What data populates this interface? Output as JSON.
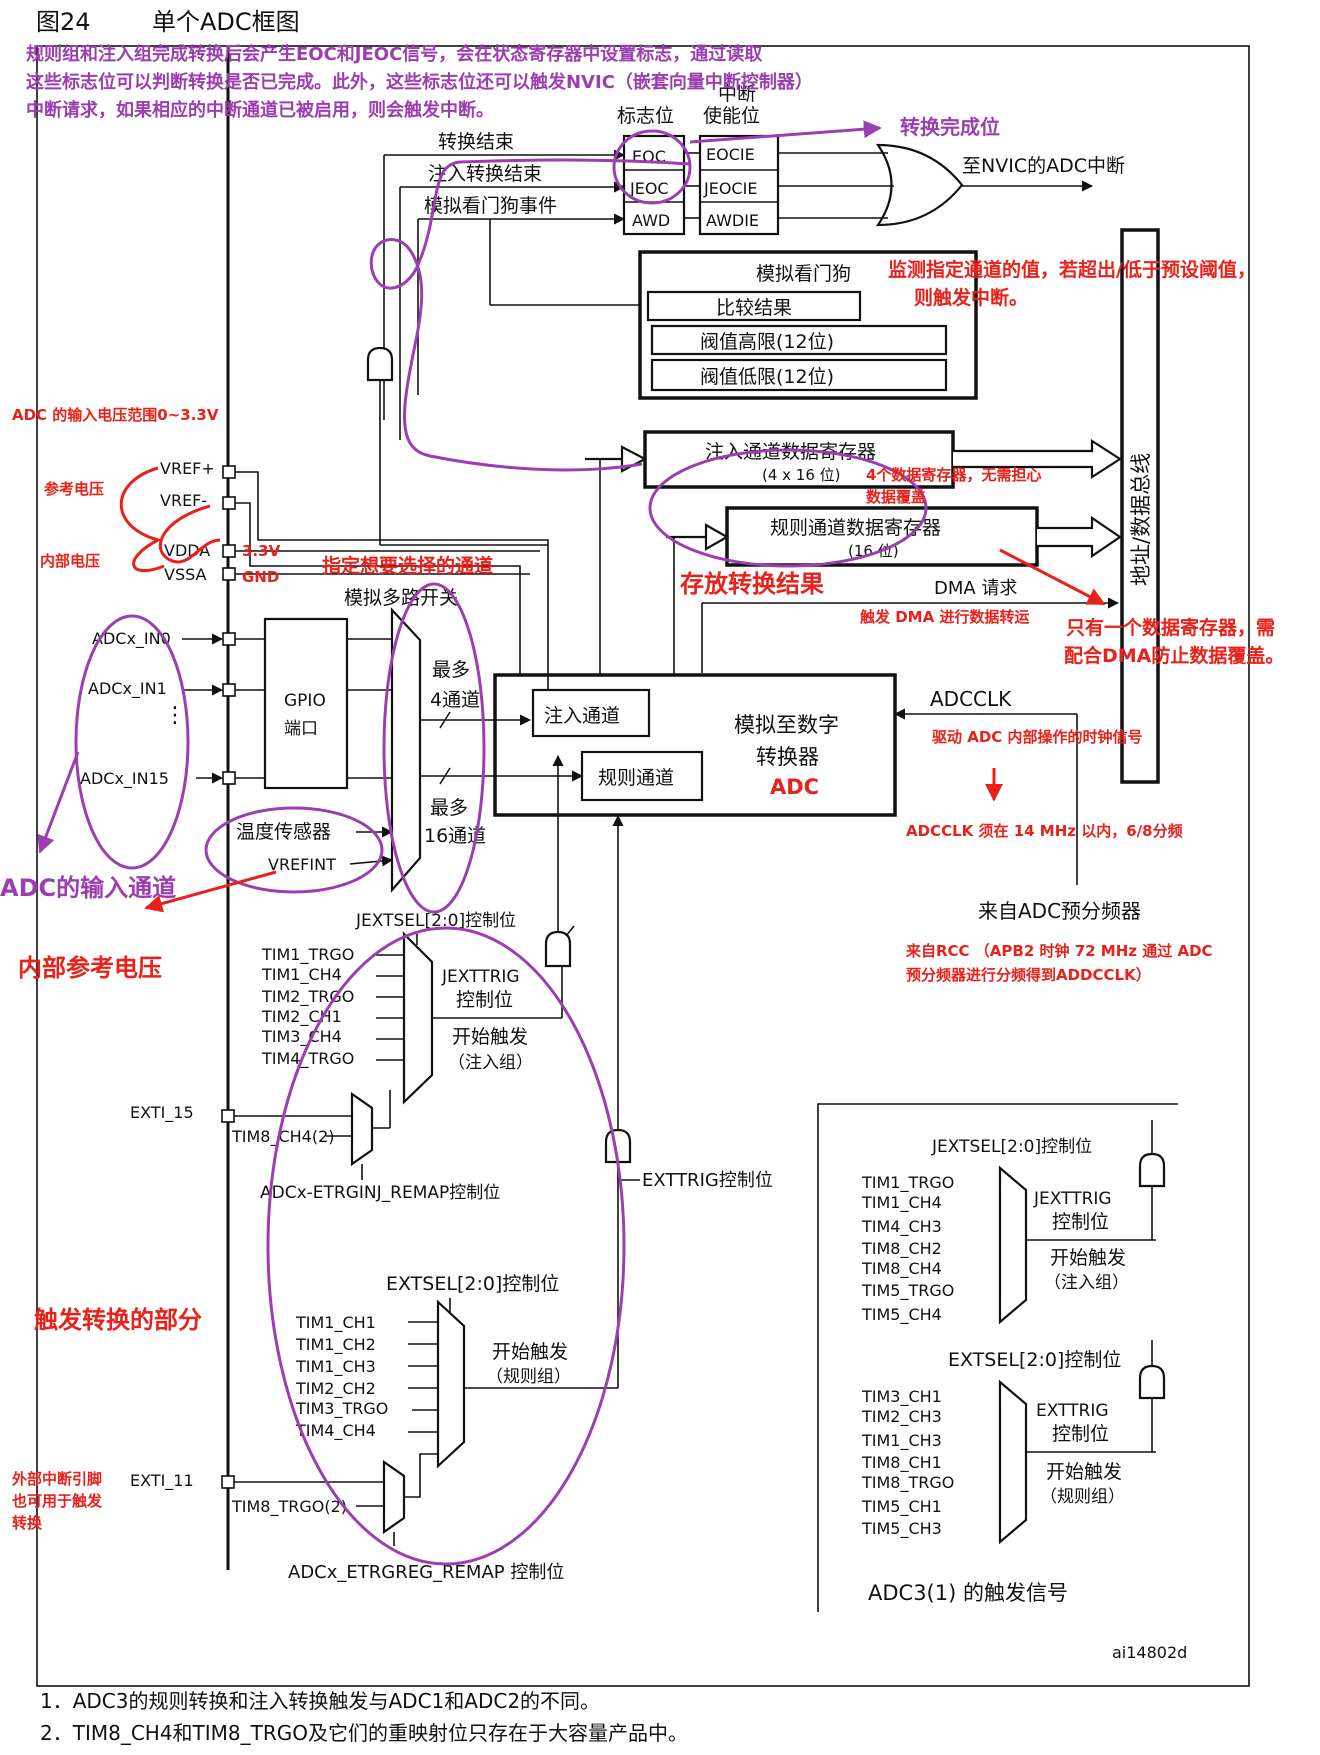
{
  "figure": {
    "number": "图24",
    "title": "单个ADC框图",
    "code": "ai14802d"
  },
  "notes": [
    "1．ADC3的规则转换和注入转换触发与ADC1和ADC2的不同。",
    "2．TIM8_CH4和TIM8_TRGO及它们的重映射位只存在于大容量产品中。"
  ],
  "flags": {
    "header_flag": "标志位",
    "header_int_a": "中断",
    "header_int_b": "使能位",
    "eoc": "EOC",
    "jeoc": "JEOC",
    "awd": "AWD",
    "eocie": "EOCIE",
    "jeocie": "JEOCIE",
    "awdie": "AWDIE",
    "src_eoc": "转换结束",
    "src_jeoc": "注入转换结束",
    "src_awd": "模拟看门狗事件",
    "nvic": "至NVIC的ADC中断"
  },
  "watchdog": {
    "title": "模拟看门狗",
    "compare": "比较结果",
    "high": "阀值高限(12位)",
    "low": "阀值低限(12位)"
  },
  "registers": {
    "inj_title": "注入通道数据寄存器",
    "inj_size": "(4 x 16 位)",
    "reg_title": "规则通道数据寄存器",
    "reg_size": "(16 位)",
    "dma": "DMA 请求",
    "bus": "地址/数据总线"
  },
  "pins": {
    "vref_plus": "VREF+",
    "vref_minus": "VREF-",
    "vdda": "VDDA",
    "vssa": "VSSA",
    "in0": "ADCx_IN0",
    "in1": "ADCx_IN1",
    "in15": "ADCx_IN15",
    "temp": "温度传感器",
    "vrefint": "VREFINT"
  },
  "blocks": {
    "gpio_a": "GPIO",
    "gpio_b": "端口",
    "mux": "模拟多路开关",
    "max4_a": "最多",
    "max4_b": "4通道",
    "max16_a": "最多",
    "max16_b": "16通道",
    "inj_ch": "注入通道",
    "reg_ch": "规则通道",
    "adc_a": "模拟至数字",
    "adc_b": "转换器",
    "adc_c": "ADC",
    "adcclk": "ADCCLK",
    "prescaler": "来自ADC预分频器"
  },
  "triggers": {
    "jextsel": "JEXTSEL[2:0]控制位",
    "jextsel_inputs": [
      "TIM1_TRGO",
      "TIM1_CH4",
      "TIM2_TRGO",
      "TIM2_CH1",
      "TIM3_CH4",
      "TIM4_TRGO"
    ],
    "jexttrig_a": "JEXTTRIG",
    "jexttrig_b": "控制位",
    "start_inj_a": "开始触发",
    "start_inj_b": "（注入组）",
    "exti15": "EXTI_15",
    "tim8_ch4": "TIM8_CH4(2)",
    "etrginj": "ADCx-ETRGINJ_REMAP控制位",
    "exttrig": "EXTTRIG控制位",
    "extsel": "EXTSEL[2:0]控制位",
    "extsel_inputs": [
      "TIM1_CH1",
      "TIM1_CH2",
      "TIM1_CH3",
      "TIM2_CH2",
      "TIM3_TRGO",
      "TIM4_CH4"
    ],
    "start_reg_a": "开始触发",
    "start_reg_b": "（规则组）",
    "exti11": "EXTI_11",
    "tim8_trgo": "TIM8_TRGO(2)",
    "etrgreg": "ADCx_ETRGREG_REMAP 控制位"
  },
  "adc3": {
    "jextsel": "JEXTSEL[2:0]控制位",
    "jextsel_inputs": [
      "TIM1_TRGO",
      "TIM1_CH4",
      "TIM4_CH3",
      "TIM8_CH2",
      "TIM8_CH4",
      "TIM5_TRGO",
      "TIM5_CH4"
    ],
    "jexttrig_a": "JEXTTRIG",
    "jexttrig_b": "控制位",
    "start_inj_a": "开始触发",
    "start_inj_b": "（注入组）",
    "extsel": "EXTSEL[2:0]控制位",
    "extsel_inputs": [
      "TIM3_CH1",
      "TIM2_CH3",
      "TIM1_CH3",
      "TIM8_CH1",
      "TIM8_TRGO",
      "TIM5_CH1",
      "TIM5_CH3"
    ],
    "exttrig_a": "EXTTRIG",
    "exttrig_b": "控制位",
    "start_reg_a": "开始触发",
    "start_reg_b": "（规则组）",
    "caption": "ADC3(1) 的触发信号"
  },
  "annotations": {
    "purple_top": [
      "规则组和注入组完成转换后会产生EOC和JEOC信号，会在状态寄存器中设置标志，通过读取",
      "这些标志位可以判断转换是否已完成。此外，这些标志位还可以触发NVIC（嵌套向量中断控制器）",
      "中断请求，如果相应的中断通道已被启用，则会触发中断。"
    ],
    "conversion_done": "转换完成位",
    "watchdog_note_1": "监测指定通道的值，若超出/低于预设阈值，",
    "watchdog_note_2": "则触发中断。",
    "input_range": "ADC 的输入电压范围0~3.3V",
    "ref_voltage": "参考电压",
    "internal_voltage": "内部电压",
    "v33": "3.3V",
    "gnd": "GND",
    "select_channel": "指定想要选择的通道",
    "store_result": "存放转换结果",
    "four_regs_1": "4个数据寄存器，无需担心",
    "four_regs_2": "数据覆盖",
    "dma_transfer": "触发 DMA 进行数据转运",
    "one_reg_1": "只有一个数据寄存器，需",
    "one_reg_2": "配合DMA防止数据覆盖。",
    "clk_drive": "驱动 ADC 内部操作的时钟信号",
    "clk_limit": "ADCCLK 须在 14 MHz 以内，6/8分频",
    "rcc_1": "来自RCC （APB2 时钟 72 MHz 通过 ADC",
    "rcc_2": "预分频器进行分频得到ADDCCLK）",
    "input_channels": "ADC的输入通道",
    "internal_ref": "内部参考电压",
    "trigger_part": "触发转换的部分",
    "exti_note_1": "外部中断引脚",
    "exti_note_2": "也可用于触发",
    "exti_note_3": "转换"
  },
  "colors": {
    "annotation_red": "#e8211b",
    "annotation_purple": "#9b3fb0",
    "line": "#111111"
  }
}
